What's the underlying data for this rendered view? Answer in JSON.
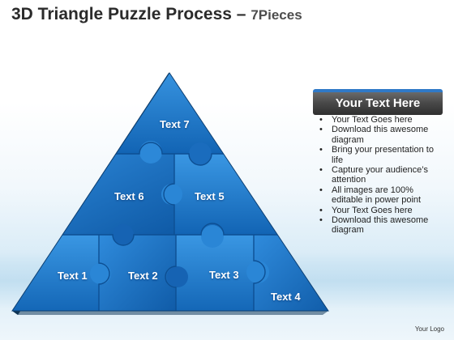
{
  "title": {
    "main": "3D Triangle Puzzle Process –",
    "sub": "7Pieces"
  },
  "pieces": [
    "Text 1",
    "Text 2",
    "Text 3",
    "Text 4",
    "Text 5",
    "Text 6",
    "Text 7"
  ],
  "panel": {
    "header": "Your Text Here",
    "items": [
      "Your Text Goes here",
      "Download this awesome diagram",
      "Bring your presentation to life",
      "Capture your audience’s attention",
      "All images are 100% editable in power point",
      "Your Text Goes here",
      "Download this awesome diagram"
    ]
  },
  "footer": {
    "logo": "Your Logo"
  },
  "colors": {
    "piece": "#1f7dd0",
    "piece_dark": "#0d4f93",
    "side": "#0b2e4a",
    "header_bar": "#2f79c7"
  }
}
